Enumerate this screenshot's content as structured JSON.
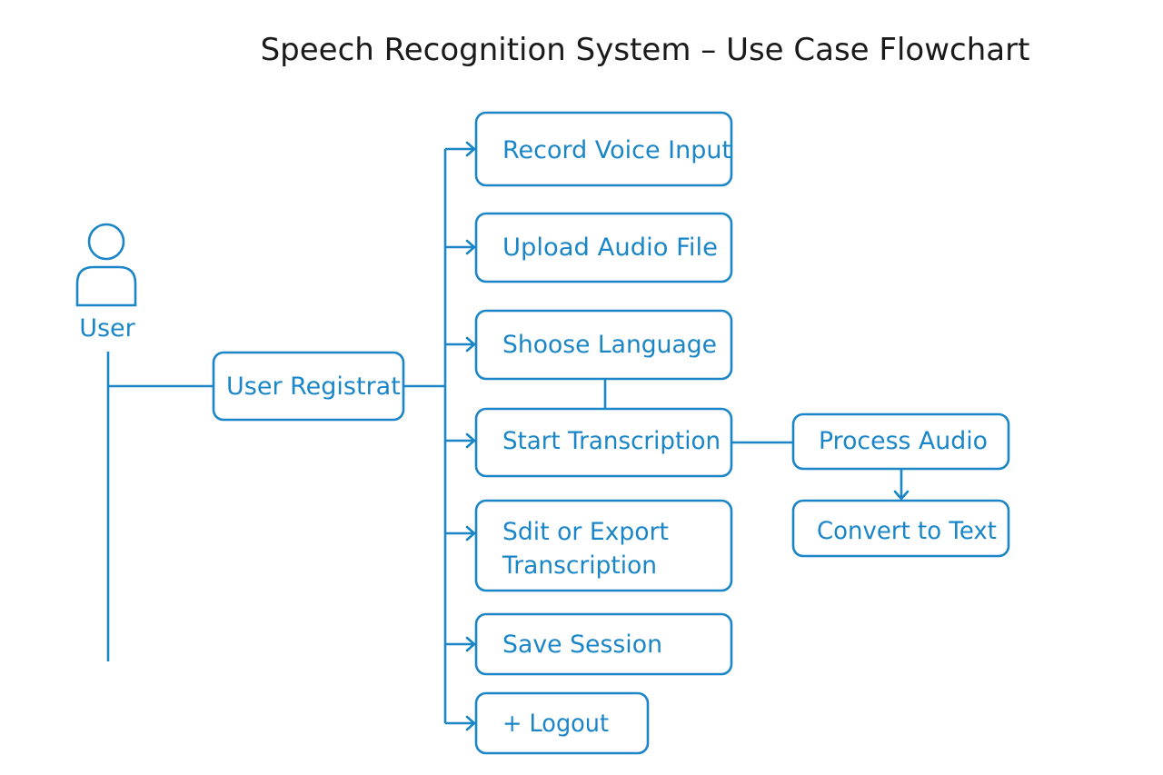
{
  "title": "Speech Recognition System – Use Case Flowchart",
  "actor": {
    "label": "User",
    "icon": "user-icon"
  },
  "nodes": {
    "registration": "User Registrat",
    "record": "Record Voice Input",
    "upload": "Upload Audio File",
    "language": "Shoose Language",
    "transcription": "Start Transcription",
    "edit_line1": "Sdit or Export",
    "edit_line2": "Transcription",
    "save": "Save Session",
    "logout": "+ Logout",
    "process": "Process Audio",
    "convert": "Convert to Text"
  },
  "colors": {
    "accent": "#1a86c8",
    "title": "#1a1a1a",
    "background": "#ffffff"
  }
}
